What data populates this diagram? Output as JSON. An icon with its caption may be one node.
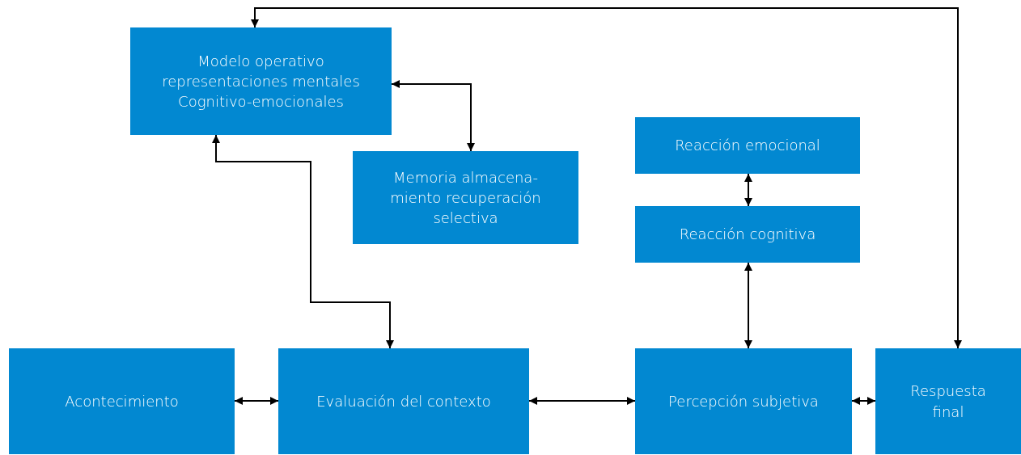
{
  "diagram": {
    "nodes": [
      {
        "text": [
          "Modelo operativo representaciones mentales Cognitivo-emocionales"
        ]
      },
      {
        "text": [
          "Memoria almacena- miento recuperación selectiva"
        ]
      },
      {
        "text": [
          "Reacción emocional"
        ]
      },
      {
        "text": [
          "Reacción cognitiva"
        ]
      },
      {
        "text": [
          "Acontecimiento"
        ]
      },
      {
        "text": [
          "Evaluación del contexto"
        ]
      },
      {
        "text": [
          "Percepción subjetiva"
        ]
      },
      {
        "text": [
          "Respuesta final"
        ]
      }
    ],
    "edges": [
      {
        "from": 0,
        "to": 1,
        "arrow": "both"
      },
      {
        "from": 0,
        "to": 5,
        "arrow": "both"
      },
      {
        "from": 2,
        "to": 3,
        "arrow": "both"
      },
      {
        "from": 3,
        "to": 6,
        "arrow": "both"
      },
      {
        "from": 4,
        "to": 5,
        "arrow": "both"
      },
      {
        "from": 5,
        "to": 6,
        "arrow": "both"
      },
      {
        "from": 6,
        "to": 7,
        "arrow": "both"
      },
      {
        "from": 7,
        "to": 0,
        "arrow": "both"
      }
    ]
  }
}
